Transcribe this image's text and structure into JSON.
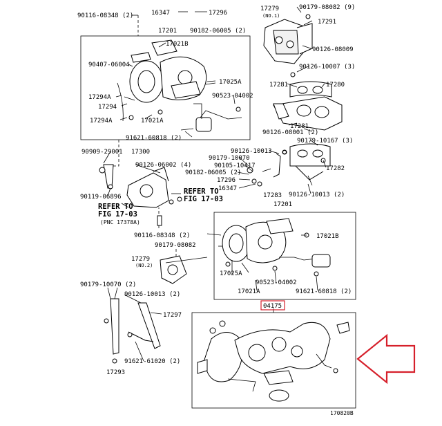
{
  "labels": {
    "l1": "90116-08348 (2)",
    "l2": "16347",
    "l3": "17296",
    "l4": "90182-06005 (2)",
    "l5": "17201",
    "l6": "17021B",
    "l7": "90407-06004",
    "l8": "17294A",
    "l9": "17294",
    "l10": "17294A",
    "l11": "17021A",
    "l12": "17025A",
    "l13": "90523-04002",
    "l14": "91621-60818 (2)",
    "l15": "17279",
    "l16": "90179-08082 (9)",
    "l17": "(NO.1)",
    "l18": "17291",
    "l19": "90126-08009",
    "l20": "90126-10007 (3)",
    "l21": "17281",
    "l22": "17280",
    "l23": "17281",
    "l24": "90126-08001 (2)",
    "l25": "90179-10167 (3)",
    "l26": "90909-29001",
    "l27": "17300",
    "l28": "90126-06002 (4)",
    "l29": "90119-06896",
    "l30": "REFER TO",
    "l31": "FIG 17-03",
    "l32": "REFER TO",
    "l33": "FIG 17-03",
    "l34": "(PNC 17378A)",
    "l35": "90126-10013",
    "l36": "90179-10070",
    "l37": "90105-10417",
    "l38": "90182-06005 (2)",
    "l39": "17296",
    "l40": "16347",
    "l41": "17283",
    "l42": "17201",
    "l43": "17282",
    "l44": "90126-10013 (2)",
    "l45": "90116-08348 (2)",
    "l46": "17021B",
    "l47": "90179-08082",
    "l48": "17279",
    "l49": "(NO.2)",
    "l50": "17025A",
    "l51": "90523-04002",
    "l52": "17021A",
    "l53": "91621-60818 (2)",
    "l54": "90179-10070 (2)",
    "l55": "90126-10013 (2)",
    "l56": "04175",
    "l57": "17297",
    "l58": "91621-61020 (2)",
    "l59": "17293",
    "l60": "170820B"
  },
  "colors": {
    "arrow": "#d6202b",
    "highlight": "#d6202b"
  }
}
